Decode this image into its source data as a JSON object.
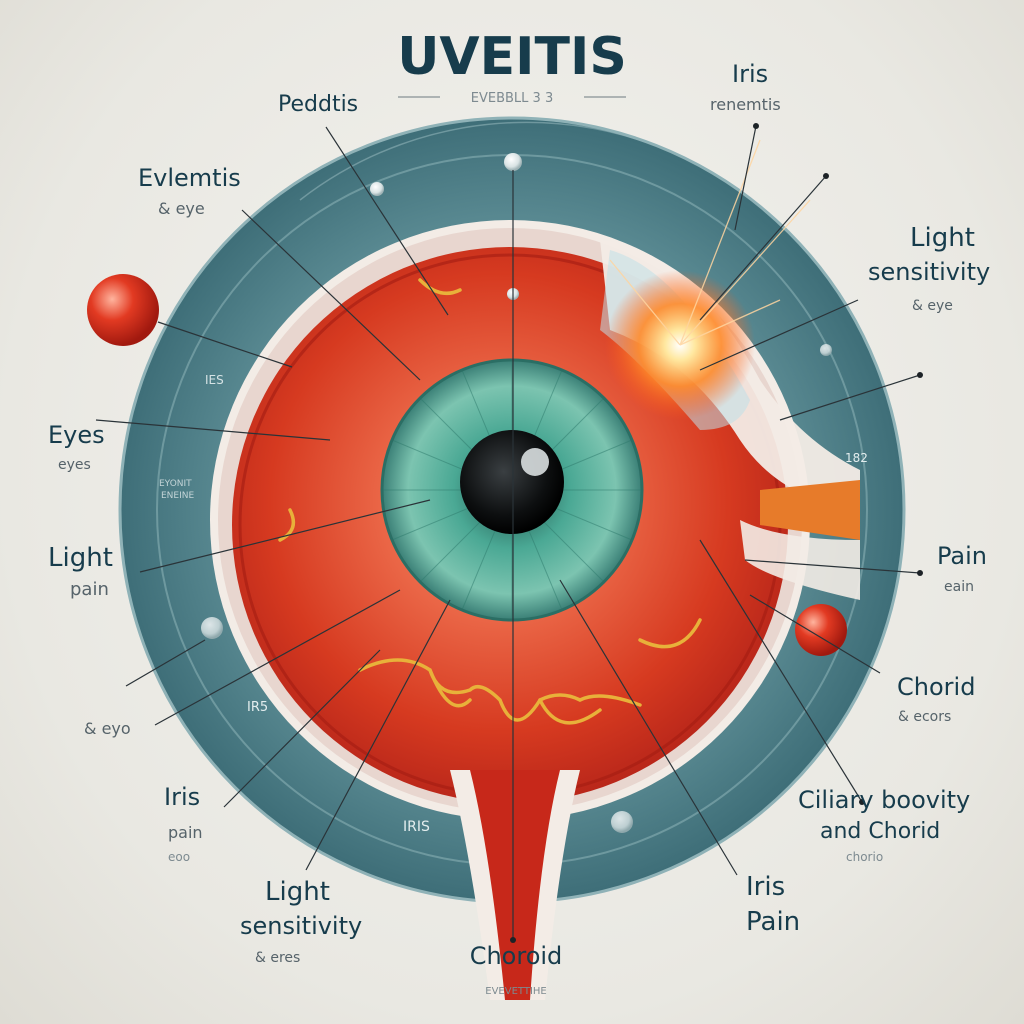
{
  "title": "UVEITIS",
  "subtitle": "EVEBBLL 3 3",
  "footer": "EVEVETTIHE",
  "labels": {
    "peddtis": "Peddtis",
    "evlemtis": "Evlemtis",
    "evlemtis_sub": "& eye",
    "eyes": "Eyes",
    "eyes_sub": "eyes",
    "light_left": "Light",
    "light_left_sub": "pain",
    "eyo": "& eyo",
    "iris_left": "Iris",
    "iris_left_sub": "pain",
    "iris_left_sub2": "eoo",
    "light_bottom_1": "Light",
    "light_bottom_2": "sensitivity",
    "light_bottom_sub": "& eres",
    "choroid_bottom": "Choroid",
    "iris_pain_1": "Iris",
    "iris_pain_2": "Pain",
    "ciliary_1": "Ciliary boovity",
    "ciliary_2": "and Chorid",
    "ciliary_sub": "chorio",
    "chorid": "Chorid",
    "chorid_sub": "& ecors",
    "pain": "Pain",
    "pain_sub": "eain",
    "light_right_1": "Light",
    "light_right_2": "sensitivity",
    "light_right_sub": "& eye",
    "iris_top": "Iris",
    "iris_top_sub": "renemtis"
  },
  "ring_labels": {
    "ies": "IES",
    "iris_ring": "IRIS",
    "ir5": "IR5",
    "eyonit_1": "EYONIT",
    "eyonit_2": "ENEINE",
    "i82": "182"
  },
  "colors": {
    "title": "#0f3a4a",
    "ring": "#4b7d86",
    "sclera_red": "#d6341f",
    "iris_green": "#3d9a88",
    "nerve": "#e8b13a",
    "accent_sphere": "#e23a22"
  }
}
